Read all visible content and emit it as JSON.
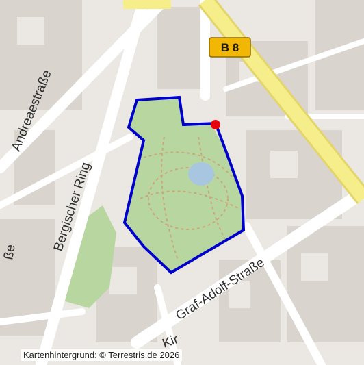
{
  "map": {
    "labels": {
      "andreaestrasse": "Andreaestraße",
      "bergischer_ring": "Bergischer Ring",
      "graf_adolf_strasse": "Graf-Adolf-Straße",
      "road_shield": "B 8",
      "partial_left": "ße",
      "partial_bottom": "Kir"
    },
    "colors": {
      "park": "#b8d7a0",
      "boundary": "#0000cc",
      "marker": "#e8000b",
      "highway": "#f6ee8a",
      "shield": "#f2b705",
      "street": "#ffffff",
      "block": "#d9d4ce",
      "background": "#ebe8e3"
    },
    "attribution": "Kartenhintergrund: © Terrestris.de 2026"
  }
}
